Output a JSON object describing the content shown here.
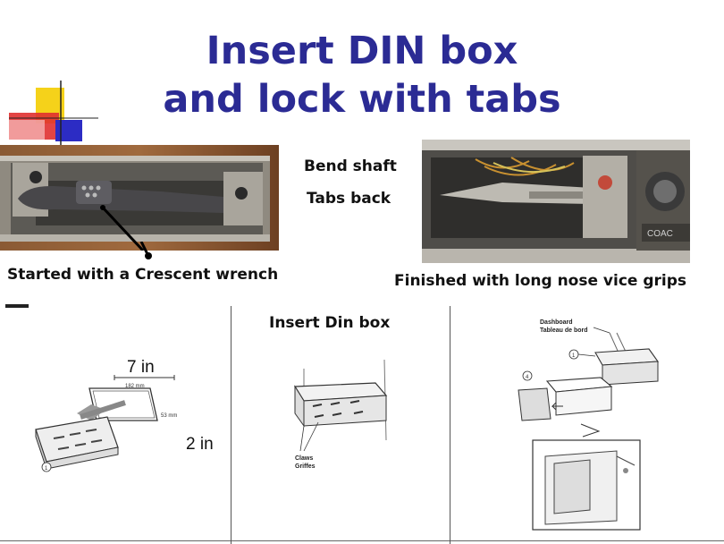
{
  "slide": {
    "title_line1": "Insert DIN box",
    "title_line2": "and lock with tabs",
    "middle_label_1": "Bend shaft",
    "middle_label_2": "Tabs back",
    "left_caption": "Started with a Crescent wrench",
    "right_caption": "Finished with long nose vice grips",
    "insert_label": "Insert Din box"
  },
  "diagram_left": {
    "width_label": "7 in",
    "height_label": "2 in",
    "width_mm": "182 mm",
    "height_mm": "53 mm",
    "callout": "1"
  },
  "diagram_middle": {
    "claws_1": "Claws",
    "claws_2": "Griffes"
  },
  "diagram_right": {
    "dash_1": "Dashboard",
    "dash_2": "Tableau de bord",
    "callout_1": "1",
    "callout_4": "4"
  },
  "photo_right": {
    "logo_text": "COAC"
  },
  "colors": {
    "title": "#2b2b94",
    "deco_yellow": "#f5d21a",
    "deco_red": "#d62020",
    "deco_blue": "#2c2cc4"
  }
}
